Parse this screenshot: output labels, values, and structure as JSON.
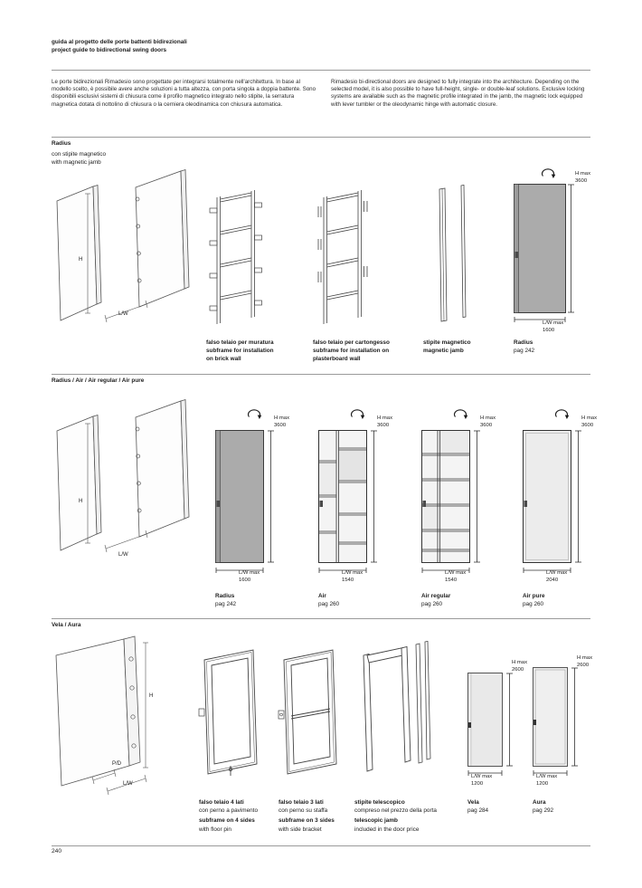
{
  "header": {
    "title_it": "guida al progetto delle porte battenti bidirezionali",
    "title_en": "project guide to bidirectional swing doors"
  },
  "intro": {
    "it": "Le porte bidirezionali Rimadesio sono progettate per integrarsi totalmente nell'architettura. In base al modello scelto, è possibile avere anche soluzioni a tutta altezza, con porta singola a doppia battente. Sono disponibili esclusivi sistemi di chiusura come il profilo magnetico integrato nello stipite, la serratura magnetica dotata di nottolino di chiusura o la cerniera oleodinamica con chiusura automatica.",
    "en": "Rimadesio bi-directional doors are designed to fully integrate into the architecture. Depending on the selected model, it is also possible to have full-height, single- or double-leaf solutions. Exclusive locking systems are available such as the magnetic profile integrated in the jamb, the magnetic lock equipped with lever tumbler or the oleodynamic hinge with automatic closure."
  },
  "section_radius": {
    "title": "Radius",
    "subtitle_it": "con stipite magnetico",
    "subtitle_en": "with magnetic jamb",
    "iso": {
      "h": "H",
      "lw": "L/W"
    },
    "subframe_brick": {
      "line1": "falso telaio per muratura",
      "line2": "subframe for installation",
      "line3": "on brick wall"
    },
    "subframe_plasterboard": {
      "line1": "falso telaio per cartongesso",
      "line2": "subframe for installation on",
      "line3": "plasterboard wall"
    },
    "magnetic_jamb": {
      "line1": "stipite magnetico",
      "line2": "magnetic jamb"
    },
    "door": {
      "name": "Radius",
      "page": "pag 242",
      "h_max_label": "H max",
      "h_max": "3600",
      "lw_max_label": "L/W max",
      "lw_max": "1600"
    }
  },
  "section_models": {
    "title": "Radius / Air / Air regular / Air pure",
    "iso": {
      "h": "H",
      "lw": "L/W"
    },
    "doors": [
      {
        "name": "Radius",
        "page": "pag 242",
        "h_max_label": "H max",
        "h_max": "3600",
        "lw_max_label": "L/W max",
        "lw_max": "1600"
      },
      {
        "name": "Air",
        "page": "pag 260",
        "h_max_label": "H max",
        "h_max": "3600",
        "lw_max_label": "L/W max",
        "lw_max": "1540"
      },
      {
        "name": "Air regular",
        "page": "pag 260",
        "h_max_label": "H max",
        "h_max": "3600",
        "lw_max_label": "L/W max",
        "lw_max": "1540"
      },
      {
        "name": "Air pure",
        "page": "pag 260",
        "h_max_label": "H max",
        "h_max": "3600",
        "lw_max_label": "L/W max",
        "lw_max": "2040"
      }
    ]
  },
  "section_vela_aura": {
    "title": "Vela / Aura",
    "iso": {
      "h": "H",
      "pd": "P/D",
      "lw": "L/W"
    },
    "subframe_4": {
      "line1": "falso telaio 4 lati",
      "line2": "con perno a pavimento",
      "line3": "subframe on 4 sides",
      "line4": "with floor pin"
    },
    "subframe_3": {
      "line1": "falso telaio 3 lati",
      "line2": "con perno su staffa",
      "line3": "subframe on 3 sides",
      "line4": "with side bracket"
    },
    "telescopic": {
      "line1": "stipite telescopico",
      "line2": "compreso nel prezzo  della porta",
      "line3": "telescopic jamb",
      "line4": "included in the door price"
    },
    "doors": [
      {
        "name": "Vela",
        "page": "pag 284",
        "h_max_label": "H max",
        "h_max": "2600",
        "lw_max_label": "L/W max",
        "lw_max": "1200"
      },
      {
        "name": "Aura",
        "page": "pag 292",
        "h_max_label": "H max",
        "h_max": "2600",
        "lw_max_label": "L/W max",
        "lw_max": "1200"
      }
    ]
  },
  "footer": {
    "page_number": "240"
  }
}
